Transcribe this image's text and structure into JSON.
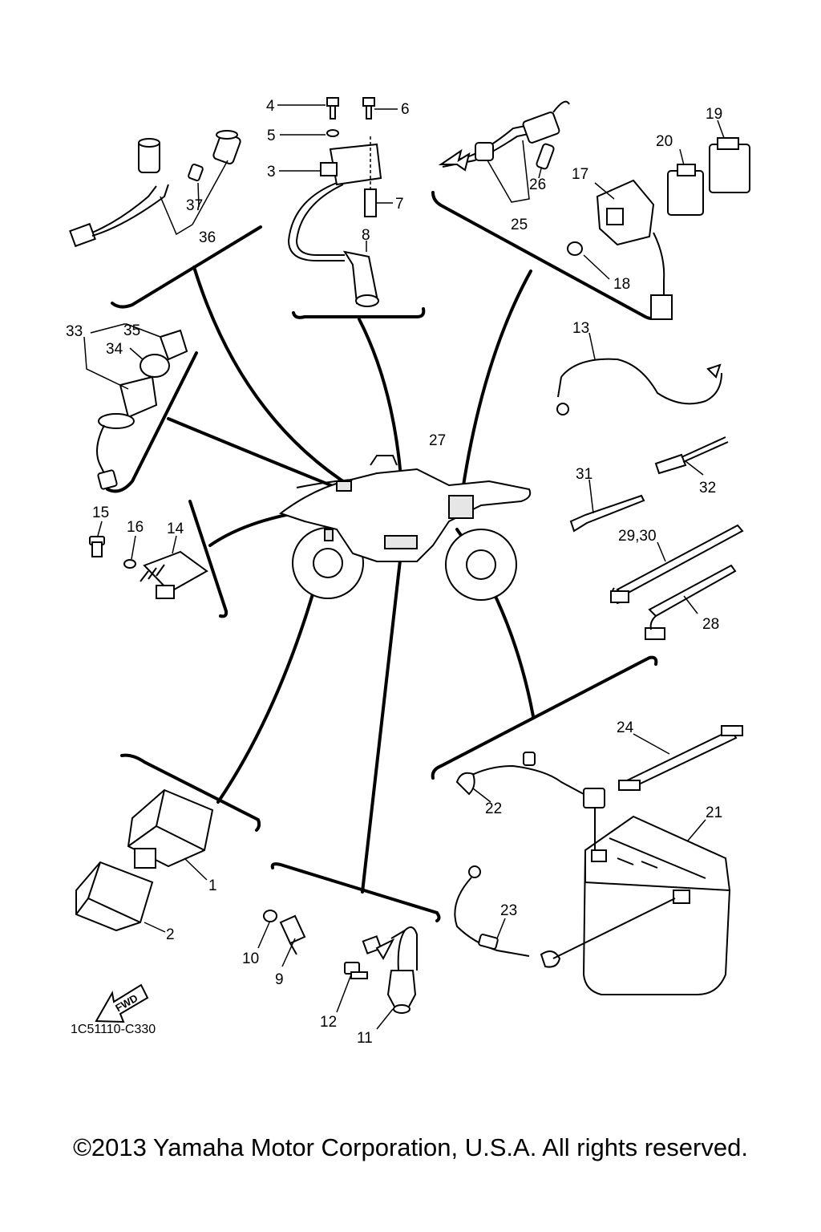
{
  "diagram": {
    "drawing_code": "1C51110-C330",
    "fwd_label": "FWD",
    "callouts": {
      "c1": "1",
      "c2": "2",
      "c3": "3",
      "c4": "4",
      "c5": "5",
      "c6": "6",
      "c7": "7",
      "c8": "8",
      "c9": "9",
      "c10": "10",
      "c11": "11",
      "c12": "12",
      "c13": "13",
      "c14": "14",
      "c15": "15",
      "c16": "16",
      "c17": "17",
      "c18": "18",
      "c19": "19",
      "c20": "20",
      "c21": "21",
      "c22": "22",
      "c23": "23",
      "c24": "24",
      "c25": "25",
      "c26": "26",
      "c27": "27",
      "c28": "28",
      "c2930": "29,30",
      "c31": "31",
      "c32": "32",
      "c33": "33",
      "c34": "34",
      "c35": "35",
      "c36": "36",
      "c37": "37"
    }
  },
  "footer": {
    "copyright": "©2013 Yamaha Motor Corporation, U.S.A. All rights reserved."
  }
}
